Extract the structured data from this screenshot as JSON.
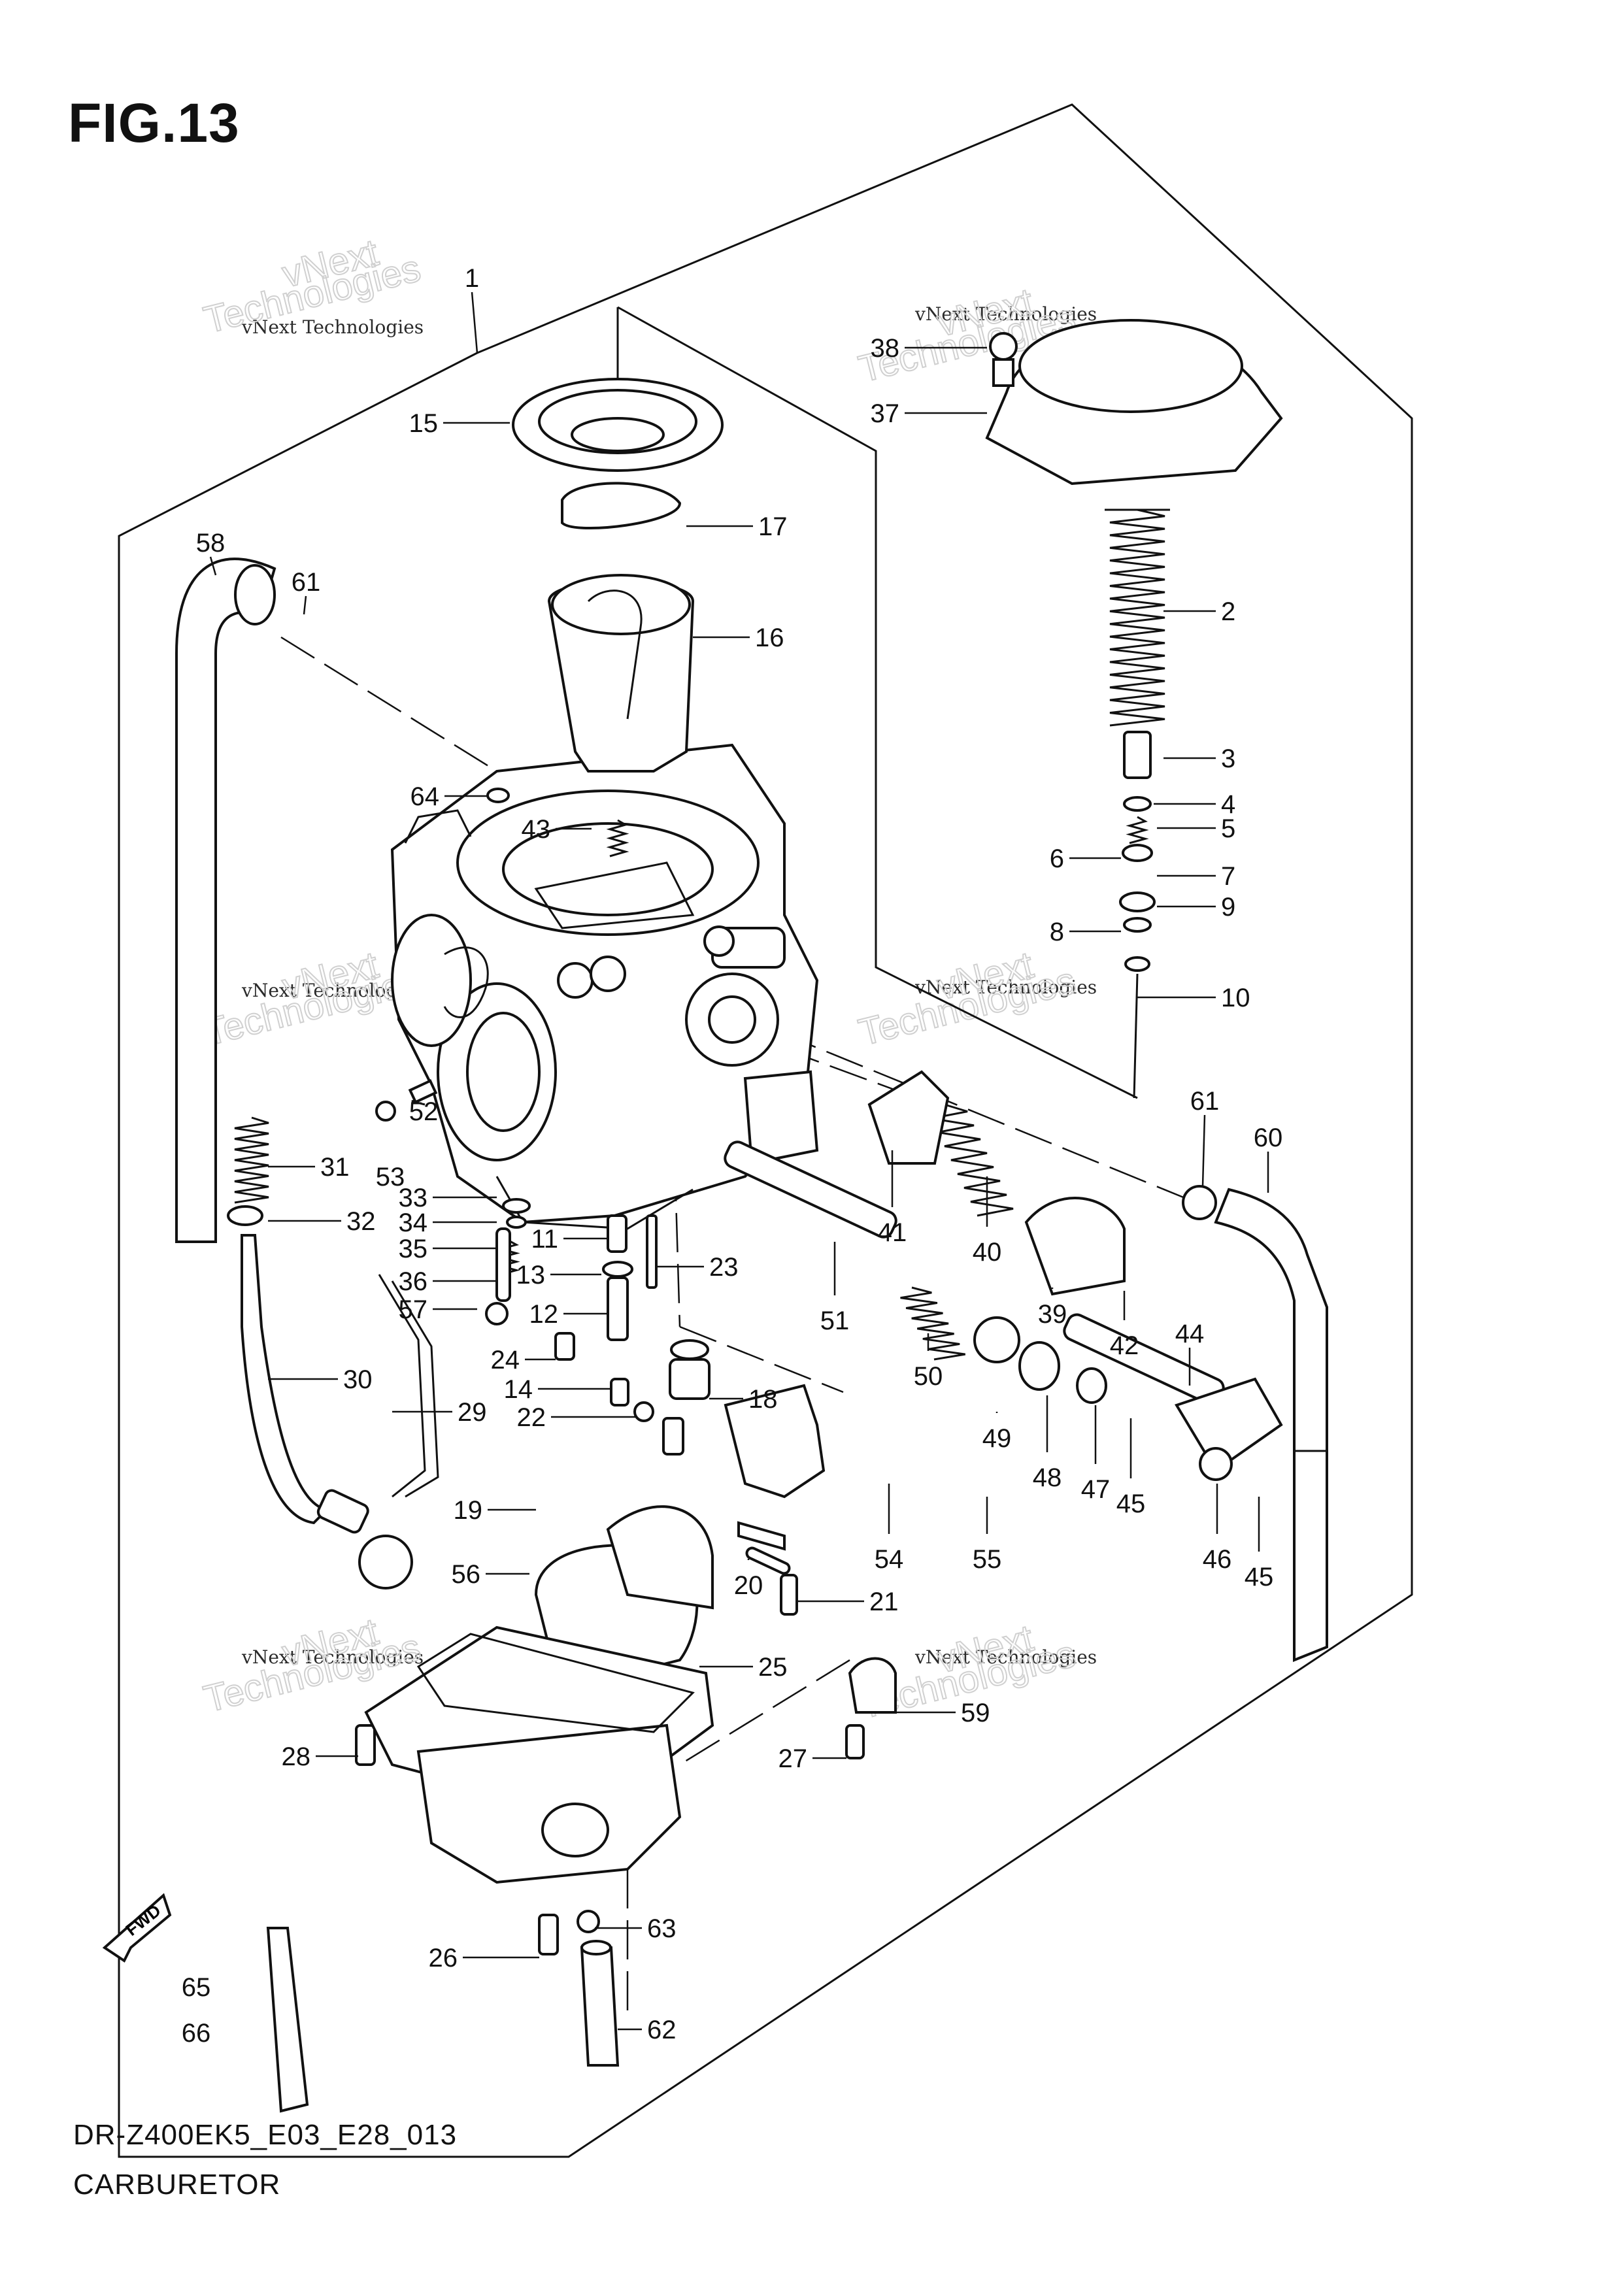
{
  "figure": {
    "title": "FIG.13",
    "model_code": "DR-Z400EK5_E03_E28_013",
    "part_name": "CARBURETOR"
  },
  "watermark": {
    "company": "vNext Technologies",
    "word1": "vNext",
    "word2": "Technologies"
  },
  "callouts": [
    {
      "id": "c1",
      "label": "1"
    },
    {
      "id": "c2",
      "label": "2"
    },
    {
      "id": "c3",
      "label": "3"
    },
    {
      "id": "c4",
      "label": "4"
    },
    {
      "id": "c5",
      "label": "5"
    },
    {
      "id": "c6",
      "label": "6"
    },
    {
      "id": "c7",
      "label": "7"
    },
    {
      "id": "c8",
      "label": "8"
    },
    {
      "id": "c9",
      "label": "9"
    },
    {
      "id": "c10",
      "label": "10"
    },
    {
      "id": "c11",
      "label": "11"
    },
    {
      "id": "c12",
      "label": "12"
    },
    {
      "id": "c13",
      "label": "13"
    },
    {
      "id": "c14",
      "label": "14"
    },
    {
      "id": "c15",
      "label": "15"
    },
    {
      "id": "c16",
      "label": "16"
    },
    {
      "id": "c17",
      "label": "17"
    },
    {
      "id": "c18",
      "label": "18"
    },
    {
      "id": "c19",
      "label": "19"
    },
    {
      "id": "c20",
      "label": "20"
    },
    {
      "id": "c21",
      "label": "21"
    },
    {
      "id": "c22",
      "label": "22"
    },
    {
      "id": "c23",
      "label": "23"
    },
    {
      "id": "c24",
      "label": "24"
    },
    {
      "id": "c25",
      "label": "25"
    },
    {
      "id": "c26",
      "label": "26"
    },
    {
      "id": "c27",
      "label": "27"
    },
    {
      "id": "c28",
      "label": "28"
    },
    {
      "id": "c29",
      "label": "29"
    },
    {
      "id": "c30",
      "label": "30"
    },
    {
      "id": "c31",
      "label": "31"
    },
    {
      "id": "c32",
      "label": "32"
    },
    {
      "id": "c33",
      "label": "33"
    },
    {
      "id": "c34",
      "label": "34"
    },
    {
      "id": "c35",
      "label": "35"
    },
    {
      "id": "c36",
      "label": "36"
    },
    {
      "id": "c37",
      "label": "37"
    },
    {
      "id": "c38",
      "label": "38"
    },
    {
      "id": "c39",
      "label": "39"
    },
    {
      "id": "c40",
      "label": "40"
    },
    {
      "id": "c41",
      "label": "41"
    },
    {
      "id": "c42",
      "label": "42"
    },
    {
      "id": "c43",
      "label": "43"
    },
    {
      "id": "c44",
      "label": "44"
    },
    {
      "id": "c45a",
      "label": "45"
    },
    {
      "id": "c45b",
      "label": "45"
    },
    {
      "id": "c46",
      "label": "46"
    },
    {
      "id": "c47",
      "label": "47"
    },
    {
      "id": "c48",
      "label": "48"
    },
    {
      "id": "c49",
      "label": "49"
    },
    {
      "id": "c50",
      "label": "50"
    },
    {
      "id": "c51",
      "label": "51"
    },
    {
      "id": "c52",
      "label": "52"
    },
    {
      "id": "c53",
      "label": "53"
    },
    {
      "id": "c54",
      "label": "54"
    },
    {
      "id": "c55",
      "label": "55"
    },
    {
      "id": "c56",
      "label": "56"
    },
    {
      "id": "c57",
      "label": "57"
    },
    {
      "id": "c58",
      "label": "58"
    },
    {
      "id": "c59",
      "label": "59"
    },
    {
      "id": "c60",
      "label": "60"
    },
    {
      "id": "c61a",
      "label": "61"
    },
    {
      "id": "c61b",
      "label": "61"
    },
    {
      "id": "c62",
      "label": "62"
    },
    {
      "id": "c63",
      "label": "63"
    },
    {
      "id": "c64",
      "label": "64"
    },
    {
      "id": "c65",
      "label": "65"
    },
    {
      "id": "c66",
      "label": "66"
    }
  ],
  "fwd_label": "FWD"
}
